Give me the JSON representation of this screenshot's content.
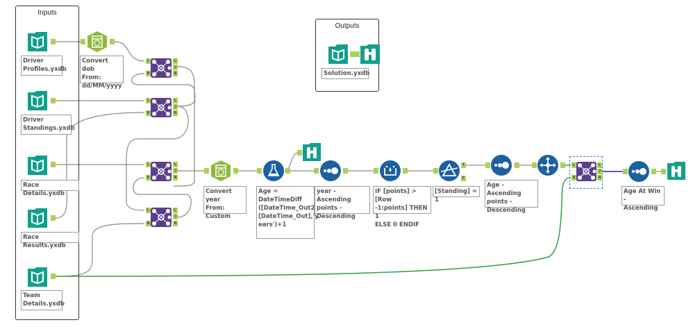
{
  "containers": {
    "inputs": {
      "title": "Inputs"
    },
    "outputs": {
      "title": "Outputs"
    }
  },
  "tools": {
    "driver_profiles": {
      "type": "input-data",
      "annotation": "Driver\nProfiles.yxdb"
    },
    "driver_standings": {
      "type": "input-data",
      "annotation": "Driver\nStandings.yxdb"
    },
    "race_details": {
      "type": "input-data",
      "annotation": "Race Details.yxdb"
    },
    "race_results": {
      "type": "input-data",
      "annotation": "Race Results.yxdb"
    },
    "team_details": {
      "type": "input-data",
      "annotation": "Team\nDetails.yxdb"
    },
    "convert_dob": {
      "type": "datetime",
      "annotation": "Convert dob\nFrom:\ndd/MM/yyyy"
    },
    "join1": {
      "type": "join"
    },
    "join2": {
      "type": "join"
    },
    "join3": {
      "type": "join"
    },
    "join4": {
      "type": "join"
    },
    "convert_year": {
      "type": "datetime",
      "annotation": "Convert year\nFrom:\nCustom"
    },
    "formula_age": {
      "type": "formula",
      "annotation": "Age =\nDateTimeDiff\n([DateTime_Out2],\n[DateTime_Out],'y\nears')+1"
    },
    "browse1": {
      "type": "browse"
    },
    "sort1": {
      "type": "sort",
      "annotation": "year - Ascending\npoints -\nDescending"
    },
    "multirow": {
      "type": "multi-row-formula",
      "annotation": "IF [points] > [Row\n-1:points] THEN 1\nELSE 0 ENDIF"
    },
    "filter": {
      "type": "filter",
      "annotation": "[Standing] = 1"
    },
    "sort2": {
      "type": "sort",
      "annotation": "Age - Ascending\npoints -\nDescending"
    },
    "select": {
      "type": "select"
    },
    "join5": {
      "type": "join",
      "selected": true
    },
    "sort3": {
      "type": "sort",
      "annotation": "Age At Win -\nAscending"
    },
    "browse2": {
      "type": "browse"
    },
    "solution_input": {
      "type": "input-data",
      "annotation": "Solution.yxdb"
    },
    "browse3": {
      "type": "browse"
    }
  },
  "anchor_labels": {
    "left": "L",
    "join": "J",
    "right": "R",
    "true": "T",
    "false": "F"
  },
  "colors": {
    "input_teal": "#11a08c",
    "datetime_green": "#8fb93c",
    "join_purple": "#5b3f8c",
    "prep_blue": "#1d5fa0",
    "anchor_green": "#a9d15a",
    "connection_gray": "#888888",
    "connection_green": "#2ea04a",
    "connection_blue": "#2222cc"
  }
}
